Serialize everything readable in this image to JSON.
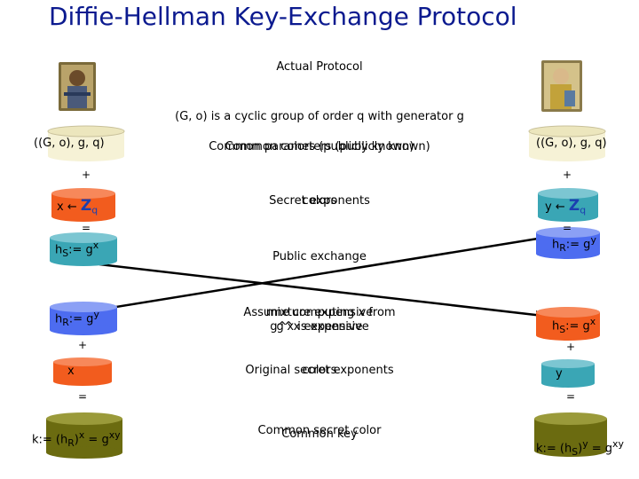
{
  "title": "Diffie-Hellman Key-Exchange Protocol",
  "subtitle": "Actual Protocol",
  "group_statement": "(G, o) is a cyclic group of order q with generator g",
  "rows": {
    "common": {
      "label": "Common parameters (publicly known)",
      "overlap": "Common colors (publicly known)",
      "left": "((G, o), g, q)",
      "right": "((G, o), g, q)"
    },
    "secret": {
      "label": "Secret exponents",
      "overlap": "colors",
      "left": "x ←",
      "right": "y ←",
      "symbol": "Z",
      "sub": "q"
    },
    "public": {
      "label": "Public exchange",
      "left": "h_S := g^x",
      "right": "h_R := g^y"
    },
    "assume": {
      "line1": "Assume computing x from",
      "line1_overlap": "mixture expensive",
      "line2": "g^x expensive",
      "line2_overlap": "g^x is expensive",
      "left": "h_R := g^y",
      "right": "h_S := g^x"
    },
    "original": {
      "label": "Original secret exponents",
      "overlap": "colors",
      "left": "x",
      "right": "y"
    },
    "key": {
      "label": "Common secret color",
      "overlap": "Common key",
      "left": "k := (h_R)^x = g^{xy}",
      "right": "k := (h_S)^y = g^{xy}"
    }
  },
  "operators": {
    "plus": "+",
    "equals": "="
  },
  "colors": {
    "title": "#0b1a8f",
    "white_can": "#f6f2d6",
    "orange_can": "#f25c1e",
    "teal_can": "#3aa6b5",
    "blue_can": "#4d6cf0",
    "olive_can": "#6b6b10",
    "arrow": "#000000"
  },
  "icons": {
    "left_portrait": "alice-portrait-icon",
    "right_portrait": "bob-portrait-icon",
    "integers_symbol": "blackboard-z-icon"
  }
}
